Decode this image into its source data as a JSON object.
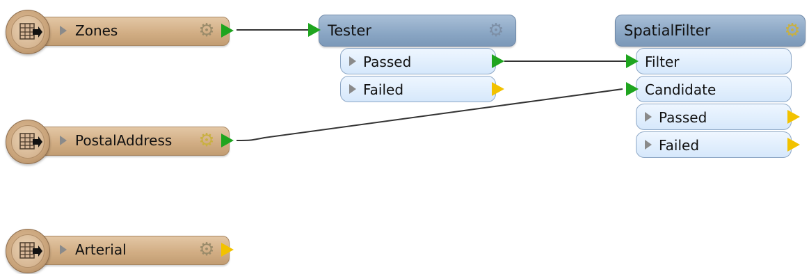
{
  "readers": [
    {
      "name": "Zones"
    },
    {
      "name": "PostalAddress"
    },
    {
      "name": "Arterial"
    }
  ],
  "tester": {
    "title": "Tester",
    "ports": {
      "passed": "Passed",
      "failed": "Failed"
    }
  },
  "spatial_filter": {
    "title": "SpatialFilter",
    "inputs": {
      "filter": "Filter",
      "candidate": "Candidate"
    },
    "outputs": {
      "passed": "Passed",
      "failed": "Failed"
    }
  },
  "colors": {
    "reader_fill": "#d2ae85",
    "transformer_fill": "#8aa6c4",
    "port_fill": "#d6e8fb",
    "connected_port": "#1fa51f",
    "unconnected_port": "#f2c200",
    "link": "#333333"
  },
  "icons": {
    "reader": "table-reader-icon",
    "gear": "gear-icon",
    "expander": "expand-triangle-icon"
  }
}
